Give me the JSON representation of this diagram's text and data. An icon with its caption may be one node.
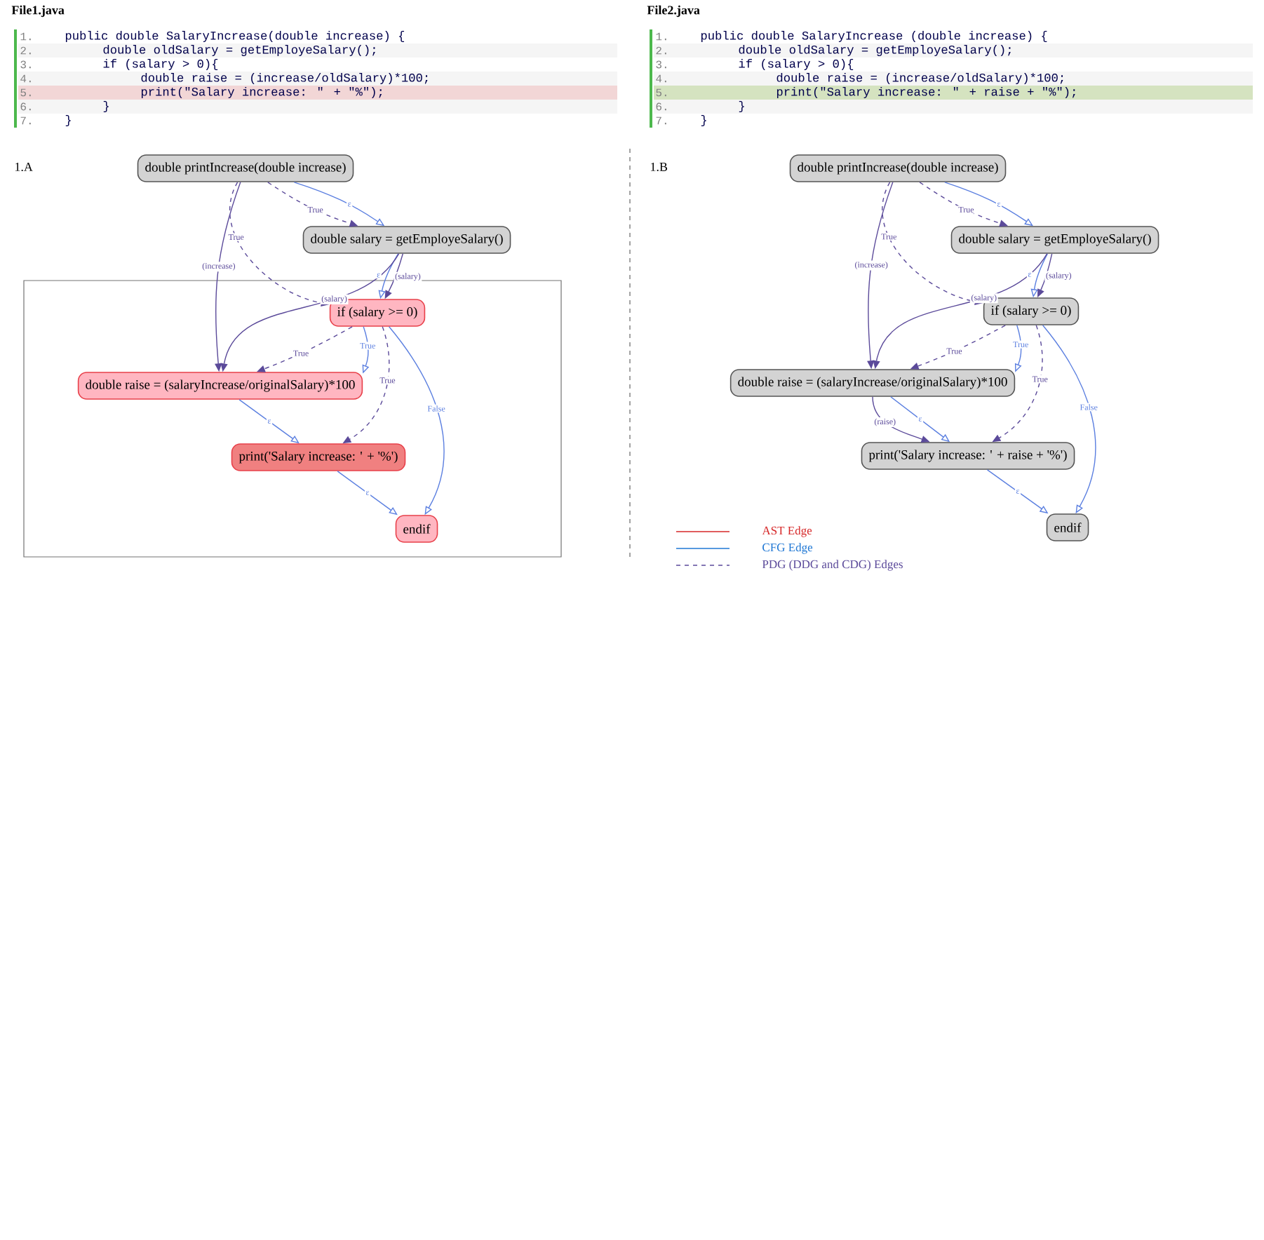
{
  "diagram": {
    "nodes": [
      {
        "text": [
          "double printIncrease(double increase)"
        ]
      },
      {
        "text": [
          "double salary = getEmployeSalary()"
        ]
      },
      {
        "text": [
          "if (salary >= 0)"
        ]
      },
      {
        "text": [
          "double raise = (salaryIncrease/originalSalary)*100"
        ]
      },
      {
        "text": [
          "print('Salary increase: ' +              '%')"
        ]
      },
      {
        "text": [
          "endif"
        ]
      },
      {
        "text": [
          "double printIncrease(double increase)"
        ]
      },
      {
        "text": [
          "double salary = getEmployeSalary()"
        ]
      },
      {
        "text": [
          "if (salary >= 0)"
        ]
      },
      {
        "text": [
          "double raise = (salaryIncrease/originalSalary)*100"
        ]
      },
      {
        "text": [
          "print('Salary increase: ' + raise + '%')"
        ]
      },
      {
        "text": [
          "endif"
        ]
      }
    ],
    "edges": [
      {
        "from": 0,
        "to": 1,
        "arrow": "to",
        "label": "True",
        "style": "dashed"
      },
      {
        "from": 0,
        "to": 1,
        "arrow": "to",
        "label": "ε",
        "color": "#5b7fe0"
      },
      {
        "from": 0,
        "to": 2,
        "arrow": "to",
        "label": "True",
        "style": "dashed"
      },
      {
        "from": 0,
        "to": 3,
        "arrow": "to",
        "label": "(increase)"
      },
      {
        "from": 1,
        "to": 2,
        "arrow": "to",
        "label": "ε",
        "color": "#5b7fe0"
      },
      {
        "from": 1,
        "to": 2,
        "arrow": "to",
        "label": "(salary)"
      },
      {
        "from": 1,
        "to": 3,
        "arrow": "to",
        "label": "(salary)"
      },
      {
        "from": 2,
        "to": 3,
        "arrow": "to",
        "label": "True",
        "style": "dashed"
      },
      {
        "from": 2,
        "to": 3,
        "arrow": "to",
        "label": "True",
        "color": "#5b7fe0"
      },
      {
        "from": 2,
        "to": 4,
        "arrow": "to",
        "label": "True",
        "style": "dashed"
      },
      {
        "from": 2,
        "to": 5,
        "arrow": "to",
        "label": "False",
        "color": "#5b7fe0"
      },
      {
        "from": 3,
        "to": 4,
        "arrow": "to",
        "label": "ε",
        "color": "#5b7fe0"
      },
      {
        "from": 4,
        "to": 5,
        "arrow": "to",
        "label": "ε",
        "color": "#5b7fe0"
      },
      {
        "from": 6,
        "to": 7,
        "arrow": "to",
        "label": "True",
        "style": "dashed"
      },
      {
        "from": 6,
        "to": 7,
        "arrow": "to",
        "label": "ε",
        "color": "#5b7fe0"
      },
      {
        "from": 6,
        "to": 8,
        "arrow": "to",
        "label": "True",
        "style": "dashed"
      },
      {
        "from": 6,
        "to": 9,
        "arrow": "to",
        "label": "(increase)"
      },
      {
        "from": 7,
        "to": 8,
        "arrow": "to",
        "label": "ε",
        "color": "#5b7fe0"
      },
      {
        "from": 7,
        "to": 8,
        "arrow": "to",
        "label": "(salary)"
      },
      {
        "from": 7,
        "to": 9,
        "arrow": "to",
        "label": "(salary)"
      },
      {
        "from": 8,
        "to": 9,
        "arrow": "to",
        "label": "True",
        "style": "dashed"
      },
      {
        "from": 8,
        "to": 9,
        "arrow": "to",
        "label": "True",
        "color": "#5b7fe0"
      },
      {
        "from": 8,
        "to": 10,
        "arrow": "to",
        "label": "True",
        "style": "dashed"
      },
      {
        "from": 8,
        "to": 11,
        "arrow": "to",
        "label": "False",
        "color": "#5b7fe0"
      },
      {
        "from": 9,
        "to": 10,
        "arrow": "to",
        "label": "ε",
        "color": "#5b7fe0"
      },
      {
        "from": 10,
        "to": 11,
        "arrow": "to",
        "label": "ε",
        "color": "#5b7fe0"
      },
      {
        "from": 9,
        "to": 10,
        "arrow": "to",
        "label": "(raise)"
      }
    ],
    "labels": [
      "File1.java",
      "1.",
      "public double SalaryIncrease(double increase) {",
      "2.",
      "double oldSalary = getEmployeSalary();",
      "3.",
      "if (salary > 0){",
      "4.",
      "double raise = (increase/oldSalary)*100;",
      "5.",
      "print(\"Salary increase: \" + \"%\");",
      "6.",
      "}",
      "7.",
      "}",
      "1.A",
      "File2.java",
      "1.",
      "public double SalaryIncrease (double increase) {",
      "2.",
      "double oldSalary = getEmployeSalary();",
      "3.",
      "if (salary > 0){",
      "4.",
      "double raise = (increase/oldSalary)*100;",
      "5.",
      "print(\"Salary increase: \" + raise + \"%\");",
      "6.",
      "}",
      "7.",
      "}",
      "1.B"
    ],
    "legend": [
      {
        "text": "AST Edge"
      },
      {
        "text": "CFG Edge"
      },
      {
        "text": "PDG (DDG and CDG) Edges"
      }
    ]
  }
}
